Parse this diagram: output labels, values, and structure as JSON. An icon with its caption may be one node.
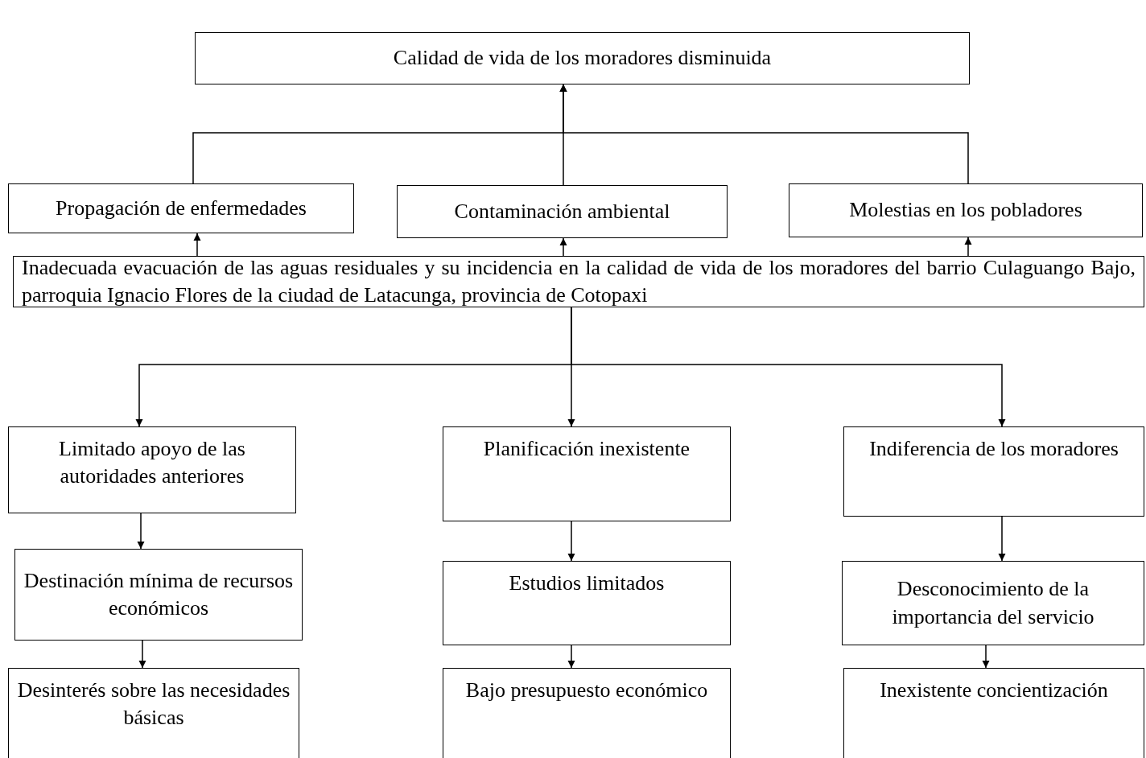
{
  "diagram": {
    "nodes": [
      {
        "text": [
          "Calidad de vida de los moradores disminuida"
        ]
      },
      {
        "text": [
          "Propagación de  enfermedades"
        ]
      },
      {
        "text": [
          "Contaminación ambiental"
        ]
      },
      {
        "text": [
          "Molestias en los pobladores"
        ]
      },
      {
        "text": [
          "Inadecuada evacuación de las aguas residuales y su incidencia en la calidad de vida de los moradores del barrio Culaguango Bajo, parroquia Ignacio Flores de la ciudad de Latacunga, provincia de Cotopaxi"
        ]
      },
      {
        "text": [
          "Limitado apoyo de las autoridades anteriores"
        ]
      },
      {
        "text": [
          "Planificación inexistente"
        ]
      },
      {
        "text": [
          "Indiferencia de los moradores"
        ]
      },
      {
        "text": [
          "Destinación mínima de recursos económicos"
        ]
      },
      {
        "text": [
          "Estudios limitados"
        ]
      },
      {
        "text": [
          "Desconocimiento de la importancia del servicio"
        ]
      },
      {
        "text": [
          "Desinterés sobre las necesidades básicas"
        ]
      },
      {
        "text": [
          "Bajo presupuesto económico"
        ]
      },
      {
        "text": [
          "Inexistente concientización"
        ]
      }
    ],
    "edges": [
      {
        "from": 1,
        "to": 0,
        "arrow": "to"
      },
      {
        "from": 2,
        "to": 0,
        "arrow": "to"
      },
      {
        "from": 3,
        "to": 0,
        "arrow": "to"
      },
      {
        "from": 4,
        "to": 1,
        "arrow": "to"
      },
      {
        "from": 4,
        "to": 2,
        "arrow": "to"
      },
      {
        "from": 4,
        "to": 3,
        "arrow": "to"
      },
      {
        "from": 4,
        "to": 5,
        "arrow": "to"
      },
      {
        "from": 4,
        "to": 6,
        "arrow": "to"
      },
      {
        "from": 4,
        "to": 7,
        "arrow": "to"
      },
      {
        "from": 5,
        "to": 8,
        "arrow": "to"
      },
      {
        "from": 8,
        "to": 11,
        "arrow": "to"
      },
      {
        "from": 6,
        "to": 9,
        "arrow": "to"
      },
      {
        "from": 9,
        "to": 12,
        "arrow": "to"
      },
      {
        "from": 7,
        "to": 10,
        "arrow": "to"
      },
      {
        "from": 10,
        "to": 13,
        "arrow": "to"
      }
    ]
  }
}
